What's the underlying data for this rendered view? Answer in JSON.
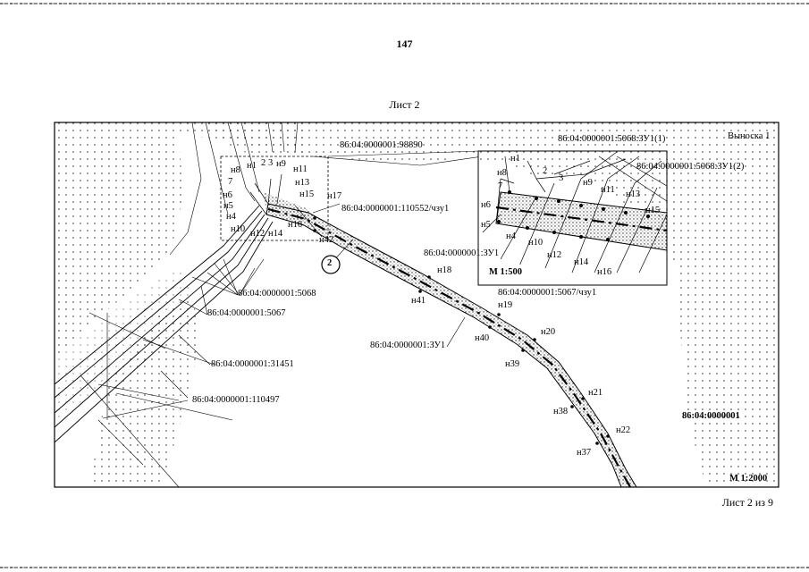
{
  "page": {
    "page_number": "147",
    "sheet_title": "Лист 2",
    "sheet_footer": "Лист 2 из 9"
  },
  "map": {
    "scale": "М 1:2000",
    "quarter": "86:04:0000001",
    "callout_title": "Выноска 1",
    "callout_number": "2",
    "parcels": {
      "p98890": "86:04:0000001:98890",
      "p110552": "86:04:0000001:110552/чзу1",
      "p5068": "86:04:0000001:5068",
      "p5067": "86:04:0000001:5067",
      "pzu1": "86:04:0000001:ЗУ1",
      "p31451": "86:04:0000001:31451",
      "p110497": "86:04:0000001:110497"
    },
    "points": {
      "n17": "н17",
      "n42": "н42",
      "n18": "н18",
      "n41": "н41",
      "n19": "н19",
      "n40": "н40",
      "n20": "н20",
      "n39": "н39",
      "n21": "н21",
      "n38": "н38",
      "n22": "н22",
      "n37": "н37"
    },
    "small_points": {
      "n8": "н8",
      "n1": "н1",
      "d2": "2",
      "d3": "3",
      "n9": "н9",
      "n11": "н11",
      "d7": "7",
      "n13": "н13",
      "n6": "н6",
      "n15": "н15",
      "n5": "н5",
      "n4": "н4",
      "n16": "н16",
      "n10": "н10",
      "n12": "н12",
      "n14": "н14"
    }
  },
  "inset": {
    "scale": "М 1:500",
    "labels": {
      "zu1_1": "86:04:0000001:5068:ЗУ1(1)",
      "zu1_2": "86:04:0000001:5068:ЗУ1(2)",
      "zu1": "86:04:0000001:ЗУ1",
      "p5067": "86:04:0000001:5067/чзу1"
    },
    "points": {
      "n1": "н1",
      "n8": "н8",
      "d2": "2",
      "d3": "3",
      "d7": "7",
      "n9": "н9",
      "n11": "н11",
      "n13": "н13",
      "n6": "н6",
      "n15": "н15",
      "n5": "н5",
      "n4": "н4",
      "n10": "н10",
      "n12": "н12",
      "n14": "н14",
      "n16": "н16"
    }
  }
}
